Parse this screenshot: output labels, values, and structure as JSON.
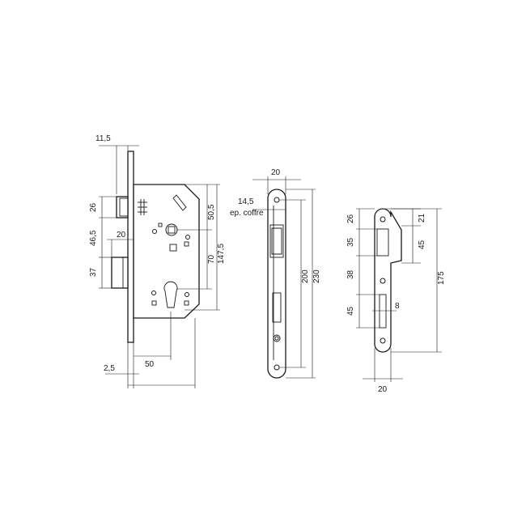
{
  "lock_body": {
    "dim_forend_thickness": "11,5",
    "dim_latch_height": "26",
    "dim_latch_to_bolt": "46,5",
    "dim_bolt_projection": "20",
    "dim_bolt_height": "37",
    "dim_top_to_follower": "50,5",
    "dim_follower_to_cylinder": "70",
    "dim_body_height": "147,5",
    "dim_forend_offset": "2,5",
    "dim_backset": "50"
  },
  "faceplate": {
    "dim_width": "20",
    "dim_case_thickness": "14,5",
    "case_thickness_note": "ep. coffre",
    "dim_screw_spacing": "200",
    "dim_length": "230"
  },
  "strike_plate": {
    "dim_top_to_latch_opening": "26",
    "dim_latch_opening": "35",
    "dim_latch_to_bolt_opening": "38",
    "dim_bolt_opening": "45",
    "dim_top_offset": "21",
    "dim_lip_height": "45",
    "dim_bolt_opening_width": "8",
    "dim_hole_spacing": "175",
    "dim_width": "20"
  }
}
